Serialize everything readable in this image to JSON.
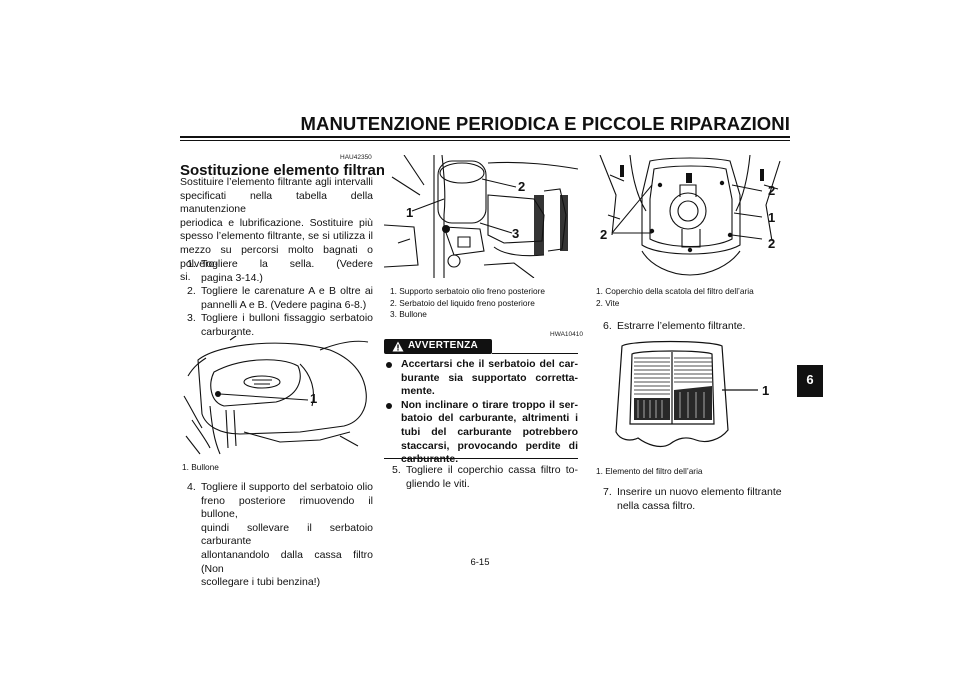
{
  "header": {
    "title": "MANUTENZIONE PERIODICA E PICCOLE RIPARAZIONI"
  },
  "side_tab": {
    "label": "6"
  },
  "codes": {
    "section": "HAU42350",
    "warning": "HWA10410"
  },
  "section": {
    "heading": "Sostituzione elemento filtrante",
    "intro_lines": [
      "Sostituire l’elemento filtrante agli intervalli",
      "specificati nella tabella della manutenzione",
      "periodica e lubrificazione. Sostituire più",
      "spesso l’elemento filtrante, se si utilizza il",
      "mezzo su percorsi molto bagnati o polvero-",
      "si."
    ]
  },
  "steps": {
    "s1_num": "1.",
    "s1_a": "Togliere la sella. (Vedere",
    "s1_b": "pagina 3-14.)",
    "s2_num": "2.",
    "s2_a": "Togliere le carenature A e B oltre ai",
    "s2_b": "pannelli A e B. (Vedere pagina 6-8.)",
    "s3_num": "3.",
    "s3_a": "Togliere i bulloni fissaggio serbatoio",
    "s3_b": "carburante.",
    "s4_num": "4.",
    "s4_lines": [
      "Togliere il supporto del serbatoio olio",
      "freno posteriore rimuovendo il bullone,",
      "quindi sollevare il serbatoio carburante",
      "allontanandolo dalla cassa filtro (Non",
      "scollegare i tubi benzina!)"
    ],
    "s5_num": "5.",
    "s5_a": "Togliere il coperchio cassa filtro to-",
    "s5_b": "gliendo le viti.",
    "s6_num": "6.",
    "s6_a": "Estrarre l’elemento filtrante.",
    "s7_num": "7.",
    "s7_a": "Inserire un nuovo elemento filtrante",
    "s7_b": "nella cassa filtro."
  },
  "figures": {
    "fig1": {
      "callout": "1",
      "captions": [
        "1. Bullone"
      ]
    },
    "fig2": {
      "callouts": {
        "a": "1",
        "b": "2",
        "c": "3"
      },
      "captions": [
        "1. Supporto serbatoio olio freno posteriore",
        "2. Serbatoio del liquido freno posteriore",
        "3. Bullone"
      ]
    },
    "fig3": {
      "callouts": {
        "a": "2",
        "b": "1",
        "c": "2",
        "d": "2"
      },
      "captions": [
        "1. Coperchio della scatola del filtro dell’aria",
        "2. Vite"
      ]
    },
    "fig4": {
      "callout": "1",
      "captions": [
        "1. Elemento del filtro dell’aria"
      ]
    }
  },
  "warning": {
    "label": "AVVERTENZA",
    "item1": [
      "Accertarsi che il serbatoio del car-",
      "burante sia supportato corretta-",
      "mente."
    ],
    "item2": [
      "Non inclinare o tirare troppo il ser-",
      "batoio del carburante, altrimenti i",
      "tubi del carburante potrebbero",
      "staccarsi, provocando perdite di",
      "carburante."
    ]
  },
  "footer": {
    "page_number": "6-15"
  }
}
